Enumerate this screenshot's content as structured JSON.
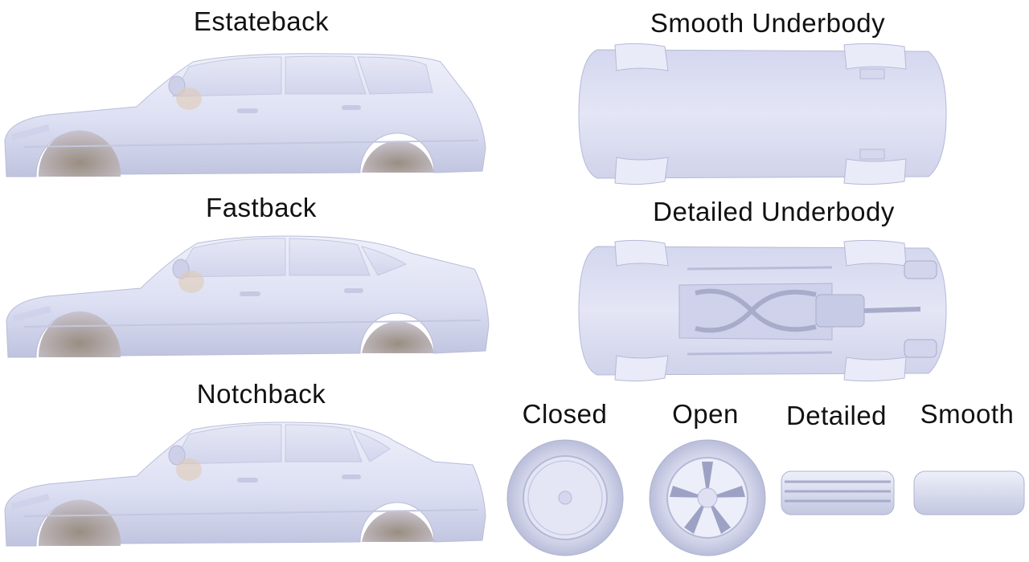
{
  "body_types": [
    {
      "label": "Estateback"
    },
    {
      "label": "Fastback"
    },
    {
      "label": "Notchback"
    }
  ],
  "underbody": [
    {
      "label": "Smooth Underbody"
    },
    {
      "label": "Detailed Underbody"
    }
  ],
  "wheels": [
    {
      "label": "Closed"
    },
    {
      "label": "Open"
    },
    {
      "label": "Detailed"
    },
    {
      "label": "Smooth"
    }
  ],
  "colors": {
    "surface": "#dcdff3",
    "surface_light": "#eceef9",
    "surface_shadow": "#aeb3d2",
    "interior_shadow": "#8f8378",
    "text": "#111111"
  }
}
